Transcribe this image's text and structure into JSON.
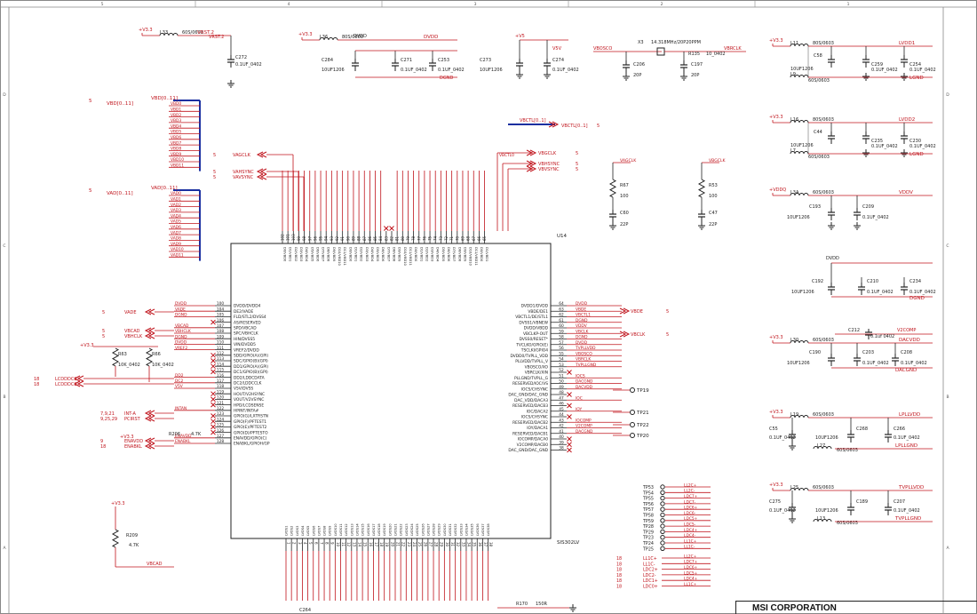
{
  "frame": {
    "cols": [
      "5",
      "4",
      "3",
      "2",
      "1"
    ],
    "rows": [
      "D",
      "C",
      "B",
      "A"
    ]
  },
  "title_block": {
    "company": "MSI CORPORATION"
  },
  "chip": {
    "ref": "U14",
    "part": "SIS302LV",
    "left_pins": [
      {
        "num": "100",
        "name": "DVDD/DVDD4"
      },
      {
        "num": "104",
        "name": "DE2/VADE"
      },
      {
        "num": "105",
        "name": "FLD/STL2/DVSS4"
      },
      {
        "num": "106",
        "name": "AS/RESERVED"
      },
      {
        "num": "107",
        "name": "SPD/VBCAD"
      },
      {
        "num": "108",
        "name": "SPC/VBHCLK"
      },
      {
        "num": "109",
        "name": "HIN/DVSS5"
      },
      {
        "num": "110",
        "name": "VIN/DVDD5"
      },
      {
        "num": "111",
        "name": "VREF2/DVDD"
      },
      {
        "num": "112",
        "name": "SDD/GPIO(A)(GPI)"
      },
      {
        "num": "113",
        "name": "SDC/GPIO(B)(GPI)"
      },
      {
        "num": "114",
        "name": "DD1/GPIO(A)(GPI)"
      },
      {
        "num": "115",
        "name": "DC1/GPIO(B)(GPI)"
      },
      {
        "num": "116",
        "name": "DD2/LDDCDATA"
      },
      {
        "num": "117",
        "name": "DC2/LDDCCLK"
      },
      {
        "num": "118",
        "name": "V5V/DVSS"
      },
      {
        "num": "119",
        "name": "HOUT/V2HSYNC"
      },
      {
        "num": "120",
        "name": "VOUT/V2VSYNC"
      },
      {
        "num": "121",
        "name": "HPD/LCDSENSE"
      },
      {
        "num": "122",
        "name": "HPINT/INTA#"
      },
      {
        "num": "123",
        "name": "GPIO(G)/LXTRSTN"
      },
      {
        "num": "124",
        "name": "GPIO(F)/PFTEST1"
      },
      {
        "num": "125",
        "name": "GPIO(E)/PFTEST2"
      },
      {
        "num": "126",
        "name": "GPIO(D)/PFTESTO"
      },
      {
        "num": "127",
        "name": "ENAVDD/GPIO(C)"
      },
      {
        "num": "128",
        "name": "ENABKL/GPIOH/GP"
      }
    ],
    "right_pins": [
      {
        "num": "64",
        "name": "DVDD1/DVDD"
      },
      {
        "num": "63",
        "name": "VBDE/DE1"
      },
      {
        "num": "62",
        "name": "VBCTL1/DE/STL1"
      },
      {
        "num": "61",
        "name": "DVSS1/VBNEW"
      },
      {
        "num": "60",
        "name": "DVDD/VBDD"
      },
      {
        "num": "59",
        "name": "VBCLKP-OUT"
      },
      {
        "num": "58",
        "name": "DVSS0/RESET*"
      },
      {
        "num": "57",
        "name": "TVCLKO/GPIO(E)"
      },
      {
        "num": "56",
        "name": "TSCLKI/GPIO4"
      },
      {
        "num": "55",
        "name": "DVDD0/TVPLL_VDD"
      },
      {
        "num": "54",
        "name": "PLLVDD/TVPLL_V"
      },
      {
        "num": "53",
        "name": "VBOSCO/XO"
      },
      {
        "num": "52",
        "name": "VBRCLK/XIN"
      },
      {
        "num": "51",
        "name": "PLLGND/TVPLL_G"
      },
      {
        "num": "50",
        "name": "RESERVED/IOC/VS"
      },
      {
        "num": "49",
        "name": "IOCS/CHSYNC"
      },
      {
        "num": "48",
        "name": "DAC_GND/DAC_GND"
      },
      {
        "num": "47",
        "name": "DAC_VDD/DACA3"
      },
      {
        "num": "46",
        "name": "RESERVED/DACB3"
      },
      {
        "num": "45",
        "name": "IOC/DACA2"
      },
      {
        "num": "44",
        "name": "IOCS/CHSYNC"
      },
      {
        "num": "43",
        "name": "RESERVED/DACB2"
      },
      {
        "num": "42",
        "name": "IOY/DACA1"
      },
      {
        "num": "41",
        "name": "RESERVED/DACB1"
      },
      {
        "num": "40",
        "name": "IOCOMP/DACA0"
      },
      {
        "num": "39",
        "name": "V2COMP/DACB0"
      },
      {
        "num": "38",
        "name": "DAC_GND/DAC_GND"
      }
    ],
    "top_pins": [
      "102",
      "101",
      "103",
      "99",
      "98",
      "97",
      "96",
      "95",
      "94",
      "93",
      "92",
      "91",
      "90",
      "89",
      "88",
      "87",
      "86",
      "85",
      "84",
      "83",
      "82",
      "81",
      "80",
      "79",
      "78",
      "77",
      "76",
      "75",
      "74",
      "73",
      "72",
      "71",
      "70",
      "69",
      "68",
      "67",
      "66",
      "65"
    ],
    "bottom_pins": [
      "1",
      "2",
      "3",
      "4",
      "5",
      "6",
      "7",
      "8",
      "9",
      "10",
      "11",
      "12",
      "13",
      "14",
      "15",
      "16",
      "17",
      "18",
      "19",
      "20",
      "21",
      "22",
      "23",
      "24",
      "25",
      "26",
      "27",
      "28",
      "29",
      "30",
      "31",
      "32",
      "33",
      "34",
      "35",
      "36",
      "37",
      "38"
    ]
  },
  "power_blocks": [
    {
      "rail": "+V3.3",
      "inductor": "L33",
      "ind_val": "60S/0603",
      "net": "VRST.2",
      "cap": "C272",
      "cap_val": "0.1UF_0402"
    },
    {
      "rail": "+V3.3",
      "top": "DVDD",
      "inductor": "L36",
      "ind_val": "80S/0603",
      "net": "DVDD",
      "gnd": "DGND",
      "caps": [
        {
          "ref": "C284",
          "val": "10UF1206"
        },
        {
          "ref": "C271",
          "val": "0.1UF_0402"
        },
        {
          "ref": "C253",
          "val": "0.1UF_0402"
        }
      ]
    },
    {
      "rail": "+V5",
      "net": "V5V",
      "caps": [
        {
          "ref": "C273",
          "val": "10UF1206"
        },
        {
          "ref": "C274",
          "val": "0.1UF_0402"
        }
      ]
    },
    {
      "net_in": "VBOSCO",
      "crystal": "X3",
      "xtal_val": "14.318MHz/20P20PPM",
      "res": "R135",
      "res_val": "10_0402",
      "net_out": "VBRCLK",
      "caps": [
        {
          "ref": "C206",
          "val": "20P"
        },
        {
          "ref": "C197",
          "val": "20P"
        }
      ]
    },
    {
      "rail": "+V3.3",
      "inductor": "L11",
      "ind_val": "80S/0603",
      "cap": "C58",
      "cap_val": "10UF1206",
      "net": "LVDD1",
      "gnd": "LGND",
      "caps": [
        {
          "ref": "C259",
          "val": "0.1UF_0402"
        },
        {
          "ref": "C254",
          "val": "0.1UF_0402"
        }
      ],
      "l2": "L9",
      "l2_val": "60S/0603"
    },
    {
      "rail": "+V3.3",
      "inductor": "L16",
      "ind_val": "80S/0603",
      "cap": "C44",
      "cap_val": "10UF1206",
      "net": "LVDD2",
      "gnd": "LGND",
      "caps": [
        {
          "ref": "C235",
          "val": "0.1UF_0402"
        },
        {
          "ref": "C230",
          "val": "0.1UF_0402"
        }
      ],
      "l2": "L7",
      "l2_val": "60S/0603"
    },
    {
      "rail": "+VDDQ",
      "inductor": "L3A",
      "ind_val": "60S/0603",
      "net": "VDDV",
      "caps": [
        {
          "ref": "C193",
          "val": "10UF1206"
        },
        {
          "ref": "C209",
          "val": "0.1UF_0402"
        }
      ]
    },
    {
      "top": "DVDD",
      "net": "DGND",
      "caps": [
        {
          "ref": "C192",
          "val": "10UF1206"
        },
        {
          "ref": "C210",
          "val": "0.1UF_0402"
        },
        {
          "ref": "C234",
          "val": "0.1UF_0402"
        }
      ]
    },
    {
      "rail": "+V3.3",
      "inductor": "L30",
      "ind_val": "60S/0603",
      "net": "DACVDD",
      "gnd": "DACGND",
      "caps": [
        {
          "ref": "C190",
          "val": "10UF1206"
        },
        {
          "ref": "C203",
          "val": "0.1UF_0402"
        },
        {
          "ref": "C208",
          "val": "0.1UF_0402"
        }
      ],
      "extra": {
        "ref": "C212",
        "val": "0.1uf 0402",
        "net": "V2COMP"
      }
    },
    {
      "rail": "+V3.3",
      "inductor": "L19",
      "ind_val": "60S/0603",
      "net": "LPLLVDD",
      "gnd": "LPLLGND",
      "caps": [
        {
          "ref": "C55",
          "val": "0.1UF_0402"
        },
        {
          "ref": "C268",
          "val": "10UF1206"
        },
        {
          "ref": "C266",
          "val": "0.1UF_0402"
        }
      ],
      "l2": "L27",
      "l2_val": "60S/0603"
    },
    {
      "rail": "+V3.3",
      "inductor": "L25",
      "ind_val": "60S/0603",
      "net": "TVPLLVDD",
      "gnd": "TVPLLGND",
      "caps": [
        {
          "ref": "C275",
          "val": "0.1UF_0402"
        },
        {
          "ref": "C189",
          "val": "10UF1206"
        },
        {
          "ref": "C207",
          "val": "0.1UF_0402"
        }
      ],
      "l2": "L13",
      "l2_val": "60S/0603"
    }
  ],
  "nets_left": {
    "vbd": {
      "bus": "VBD[0..11]",
      "page": "5",
      "label": "VBD[0..11]",
      "items": [
        "VBD0",
        "VBD1",
        "VBD2",
        "VBD3",
        "VBD4",
        "VBD5",
        "VBD6",
        "VBD7",
        "VBD8",
        "VBD9",
        "VBD10",
        "VBD11"
      ]
    },
    "vad": {
      "bus": "VAD[0..11]",
      "page": "5",
      "label": "VAD[0..11]",
      "items": [
        "VAD0",
        "VAD1",
        "VAD2",
        "VAD3",
        "VAD4",
        "VAD5",
        "VAD6",
        "VAD7",
        "VAD8",
        "VAD9",
        "VAD10",
        "VAD11"
      ]
    },
    "sync": [
      {
        "page": "5",
        "name": "VAGCLK"
      },
      {
        "page": "5",
        "name": "VAHSYNC"
      },
      {
        "page": "5",
        "name": "VAVSYNC"
      }
    ],
    "ctl": [
      {
        "page": "5",
        "name": "VADE"
      },
      {
        "page": "5",
        "name": "VBCAD"
      },
      {
        "page": "5",
        "name": "VBHCLK"
      }
    ],
    "misc": [
      {
        "page": "18",
        "name": "LCDDDC2"
      },
      {
        "page": "18",
        "name": "LCDDDC2"
      },
      {
        "page": "7,9,21",
        "name": "INT-A"
      },
      {
        "page": "9,25,29",
        "name": "PCIRST"
      },
      {
        "page": "9",
        "name": "ENAVDD"
      },
      {
        "page": "18",
        "name": "ENABKL"
      }
    ],
    "resistors": [
      {
        "ref": "R63",
        "val": "10K_0402"
      },
      {
        "ref": "R66",
        "val": "10K_0402"
      },
      {
        "ref": "R206",
        "val": "4.7K"
      },
      {
        "ref": "R209",
        "val": "4.7K"
      }
    ],
    "left_inner": [
      "DVDD",
      "VADE",
      "DGND",
      "",
      "VBCAD",
      "VBHCLK",
      "DGND",
      "DVDD",
      "VREF2",
      "",
      "",
      "",
      "",
      "DD2",
      "DC2",
      "V5V",
      "",
      "",
      "",
      "INTAN",
      "",
      "",
      "",
      "",
      "ENAVDD",
      "ENABKL"
    ],
    "bottom_net": "VBCAD",
    "rail": "+V3.3"
  },
  "nets_right": {
    "vbctl": {
      "name": "VBCTL[0..1]",
      "page": "5"
    },
    "vb_sync": [
      {
        "name": "VBGCLK",
        "page": "5"
      },
      {
        "name": "VBHSYNC",
        "page": "5"
      },
      {
        "name": "VBVSYNC",
        "page": "5"
      }
    ],
    "right_inner": [
      "DVDD",
      "VBDE",
      "VBCTL1",
      "DGND",
      "VDDV",
      "VBCLK",
      "DGND",
      "DVDD",
      "TVPLLVDD",
      "VBOSCO",
      "VBRCLK",
      "TVPLLGND",
      "",
      "IOCS",
      "DACGND",
      "DACVDD",
      "",
      "IOC",
      "",
      "IOY",
      "",
      "IOCOMP",
      "V2COMP",
      "DACGND"
    ],
    "out_pages": [
      {
        "name": "VBDE",
        "page": "5"
      },
      {
        "name": "VBCLK",
        "page": "5"
      }
    ],
    "testpoints": [
      {
        "ref": "TP19"
      },
      {
        "ref": "TP21"
      },
      {
        "ref": "TP22"
      },
      {
        "ref": "TP20"
      }
    ],
    "clk_resistors": [
      {
        "net": "VAGCLK",
        "ref": "R67",
        "val": "100",
        "cap": "C60",
        "cap_val": "22P"
      },
      {
        "net": "VBGCLK",
        "ref": "R53",
        "val": "100",
        "cap": "C47",
        "cap_val": "22P"
      }
    ]
  },
  "lvds": {
    "tps": [
      "TP53",
      "TP54",
      "TP55",
      "TP56",
      "TP57",
      "TP58",
      "TP59",
      "TP28",
      "TP29",
      "TP23",
      "TP24",
      "TP25"
    ],
    "sigs": [
      "LL2C+",
      "LL2C-",
      "LDC7+",
      "LDC7-",
      "LDC6+",
      "LDC6-",
      "LDC5+",
      "LDC5-",
      "LDC4+",
      "LDC4-",
      "LL1C+",
      "LL1C-"
    ],
    "pages": [
      "18",
      "18",
      "18",
      "18",
      "18",
      "18"
    ],
    "refs": [
      "LL1C+",
      "LL1C-",
      "LDC2+",
      "LDC2-",
      "LDC1+",
      "LDC0+"
    ]
  },
  "bottom": {
    "cap": "C264",
    "res": "R170",
    "res_val": "150R"
  }
}
